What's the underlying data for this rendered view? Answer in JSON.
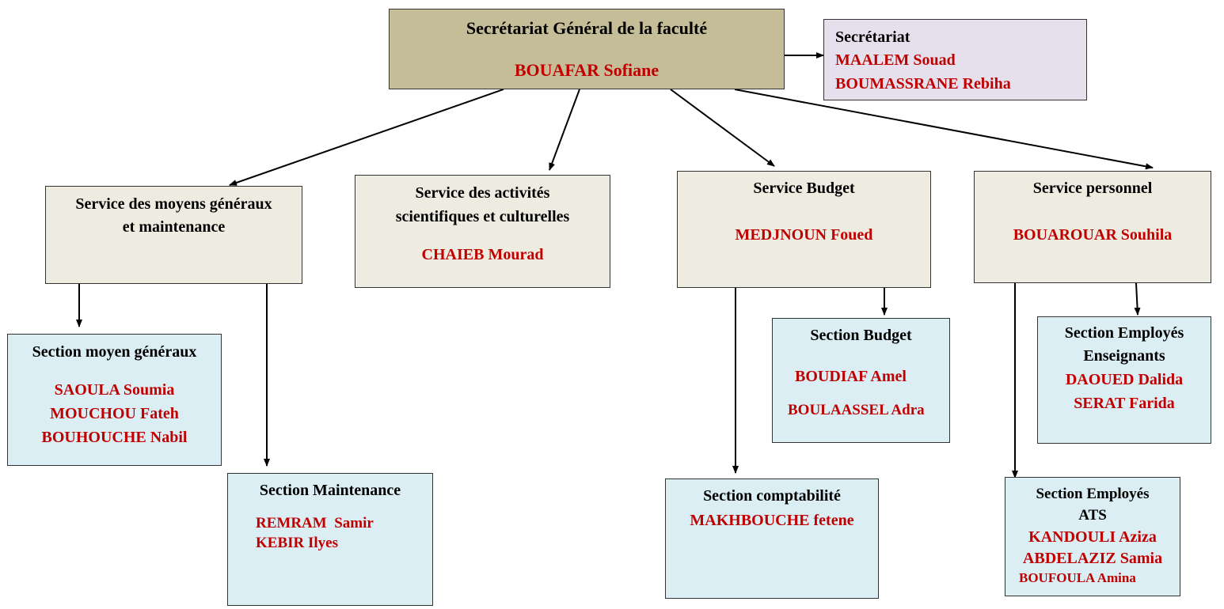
{
  "colors": {
    "name": "#c00000",
    "title": "#000000",
    "top_box": "#c4bd97",
    "secretariat_box": "#e5e0ec",
    "service_box": "#eeece1",
    "section_box": "#dbeef4"
  },
  "top": {
    "title": "Secrétariat Général de la faculté",
    "name": "BOUAFAR Sofiane"
  },
  "secretariat": {
    "title": "Secrétariat",
    "names": [
      "MAALEM Souad",
      "BOUMASSRANE Rebiha"
    ]
  },
  "services": {
    "moyens": {
      "title_lines": [
        "Service des moyens généraux",
        "et maintenance"
      ]
    },
    "activites": {
      "title_lines": [
        "Service des activités",
        "scientifiques et culturelles"
      ],
      "name": "CHAIEB Mourad"
    },
    "budget": {
      "title": "Service Budget",
      "name": "MEDJNOUN Foued"
    },
    "personnel": {
      "title": "Service personnel",
      "name": "BOUAROUAR Souhila"
    }
  },
  "sections": {
    "moyen_generaux": {
      "title": "Section moyen généraux",
      "names": [
        "SAOULA Soumia",
        "MOUCHOU Fateh",
        "BOUHOUCHE Nabil"
      ]
    },
    "maintenance": {
      "title": "Section Maintenance",
      "names": [
        "REMRAM  Samir",
        "KEBIR Ilyes"
      ]
    },
    "budget": {
      "title": "Section Budget",
      "names": [
        "BOUDIAF Amel",
        "BOULAASSEL Adra"
      ]
    },
    "comptabilite": {
      "title": "Section comptabilité",
      "names": [
        "MAKHBOUCHE fetene"
      ]
    },
    "enseignants": {
      "title_lines": [
        "Section Employés",
        "Enseignants"
      ],
      "names": [
        "DAOUED Dalida",
        "SERAT Farida"
      ]
    },
    "ats": {
      "title_lines": [
        "Section Employés",
        "ATS"
      ],
      "names": [
        "KANDOULI Aziza",
        "ABDELAZIZ Samia",
        "BOUFOULA Amina"
      ]
    }
  }
}
